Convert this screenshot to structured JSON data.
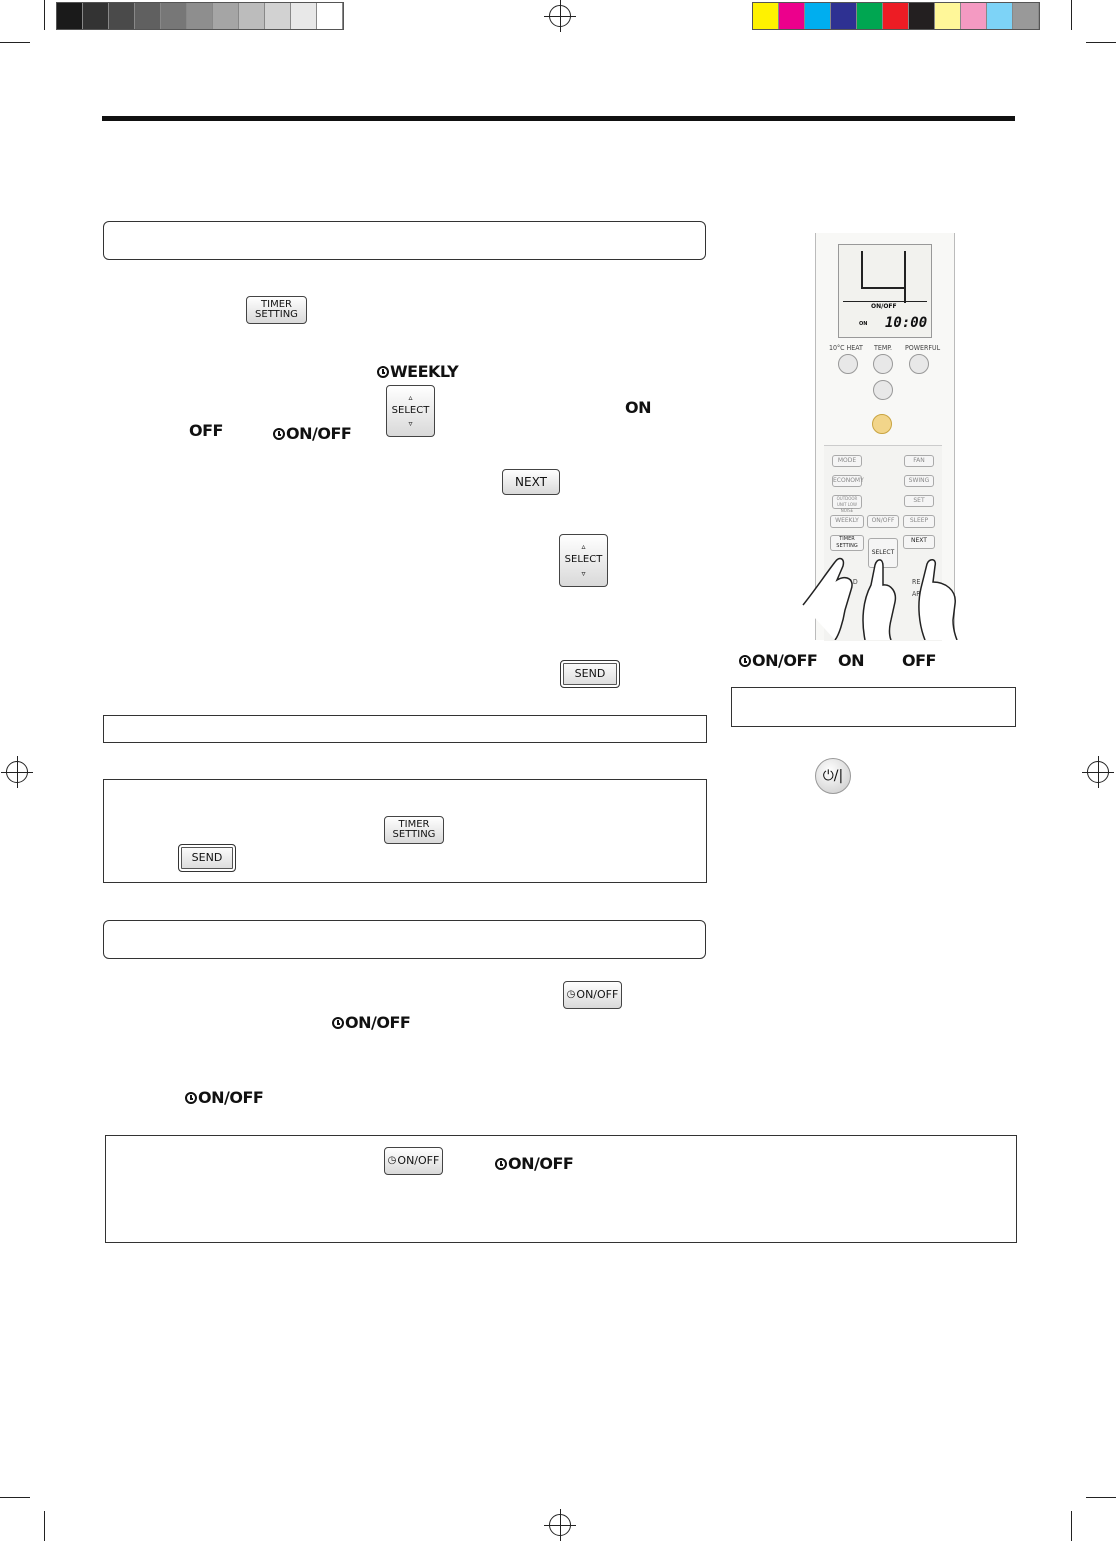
{
  "color_bar_left": [
    "#1a1a1a",
    "#333333",
    "#4a4a4a",
    "#606060",
    "#777777",
    "#8e8e8e",
    "#a5a5a5",
    "#bcbcbc",
    "#d2d2d2",
    "#e8e8e8",
    "#ffffff"
  ],
  "color_bar_right": [
    "#fff200",
    "#ec008c",
    "#00aeef",
    "#2e3192",
    "#00a651",
    "#ed1c24",
    "#231f20",
    "#fff799",
    "#f49ac2",
    "#7dd3f7",
    "#999999"
  ],
  "buttons": {
    "timer_setting_line1": "TIMER",
    "timer_setting_line2": "SETTING",
    "select_label": "SELECT",
    "select_up": "▵",
    "select_down": "▿",
    "next_label": "NEXT",
    "send_label": "SEND",
    "on_off_label": "ON/OFF"
  },
  "display_icons": {
    "weekly": "WEEKLY",
    "on": "ON",
    "off": "OFF",
    "on_off": "ON/OFF"
  },
  "remote": {
    "lcd_on_off": "ON/OFF",
    "lcd_on": "ON",
    "lcd_time": "10:00",
    "label_10_heat": "10°C HEAT",
    "label_temp": "TEMP.",
    "label_powerful": "POWERFUL",
    "keys": [
      "MODE",
      "FAN",
      "ECONOMY",
      "SWING",
      "OUTDOOR UNIT LOW NOISE",
      "SET",
      "WEEKLY",
      "ON/OFF",
      "SLEEP",
      "TIMER SETTING",
      "SELECT",
      "NEXT"
    ],
    "lower_text_1": "CK AD",
    "lower_text_2": "RE",
    "lower_text_3": "AR"
  },
  "power_icon": "⏻/|"
}
